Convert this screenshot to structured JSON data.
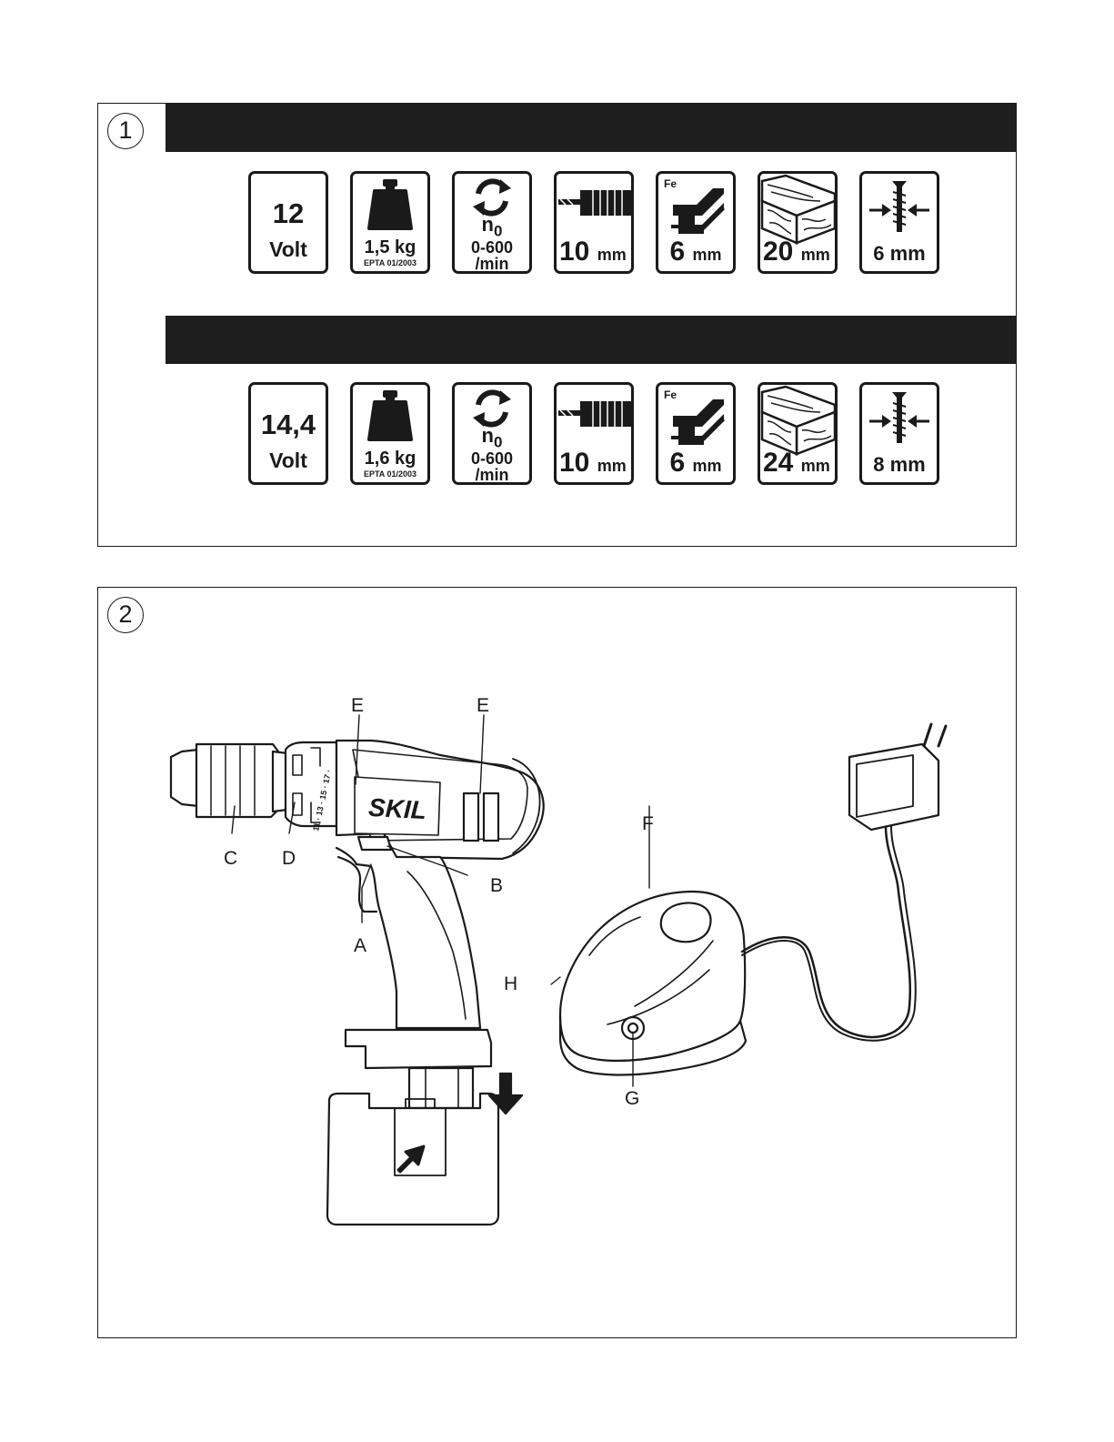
{
  "figure1": {
    "number": "1",
    "rows": [
      {
        "voltage": "12",
        "voltage_unit": "Volt",
        "weight": "1,5 kg",
        "weight_note": "EPTA 01/2003",
        "speed_symbol": "n",
        "speed_sub": "0",
        "speed_range": "0-600",
        "speed_unit": "/min",
        "chuck": "10",
        "chuck_unit": "mm",
        "steel_label": "Fe",
        "steel": "6",
        "steel_unit": "mm",
        "wood": "20",
        "wood_unit": "mm",
        "screw": "6 mm"
      },
      {
        "voltage": "14,4",
        "voltage_unit": "Volt",
        "weight": "1,6 kg",
        "weight_note": "EPTA 01/2003",
        "speed_symbol": "n",
        "speed_sub": "0",
        "speed_range": "0-600",
        "speed_unit": "/min",
        "chuck": "10",
        "chuck_unit": "mm",
        "steel_label": "Fe",
        "steel": "6",
        "steel_unit": "mm",
        "wood": "24",
        "wood_unit": "mm",
        "screw": "8 mm"
      }
    ]
  },
  "figure2": {
    "number": "2",
    "brand": "SKIL",
    "clutch_marks": "11 · 13 · 15 · 17 ·",
    "labels": {
      "A": "A",
      "B": "B",
      "C": "C",
      "D": "D",
      "E1": "E",
      "E2": "E",
      "F": "F",
      "G": "G",
      "H": "H"
    }
  }
}
